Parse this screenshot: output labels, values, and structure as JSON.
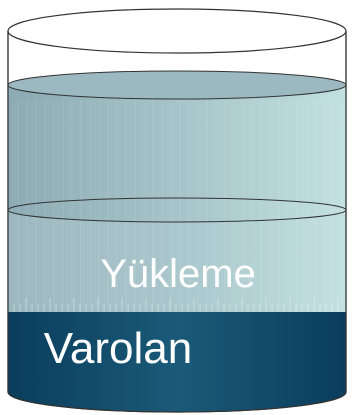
{
  "diagram": {
    "layers": [
      {
        "id": "loading",
        "label": "Yükleme",
        "fill_top": "#9ab6be",
        "fill_mid": "#a9c7cc",
        "fill_light": "#c2e0e0",
        "label_color": "#ffffff"
      },
      {
        "id": "existing",
        "label": "Varolan",
        "fill": "#0b3d5c",
        "fill_light": "#1a5a78",
        "label_color": "#ffffff"
      }
    ],
    "container": {
      "outline_color": "#333333",
      "background": "#ffffff"
    }
  }
}
